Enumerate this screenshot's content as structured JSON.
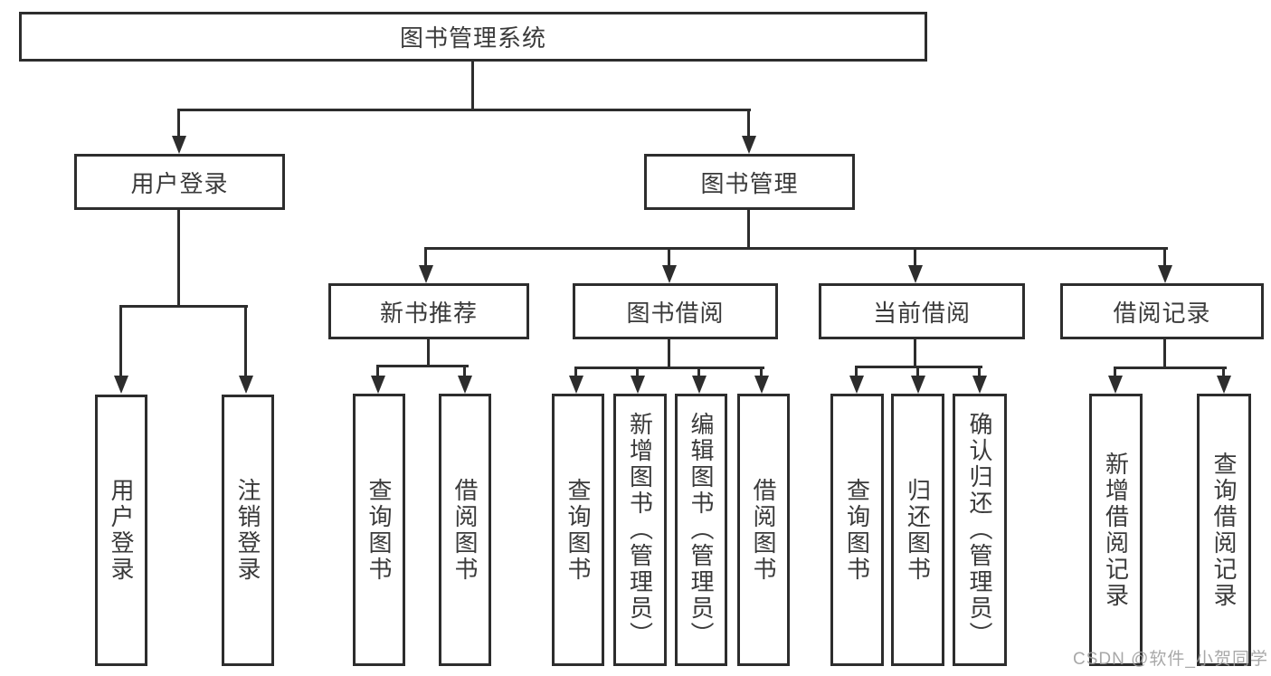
{
  "tree": {
    "root": {
      "label": "图书管理系统"
    },
    "branches": [
      {
        "label": "用户登录",
        "children": [
          {
            "label": "用户登录"
          },
          {
            "label": "注销登录"
          }
        ]
      },
      {
        "label": "图书管理",
        "children": [
          {
            "label": "新书推荐",
            "children": [
              {
                "label": "查询图书"
              },
              {
                "label": "借阅图书"
              }
            ]
          },
          {
            "label": "图书借阅",
            "children": [
              {
                "label": "查询图书"
              },
              {
                "label": "新增图书（管理员）"
              },
              {
                "label": "编辑图书（管理员）"
              },
              {
                "label": "借阅图书"
              }
            ]
          },
          {
            "label": "当前借阅",
            "children": [
              {
                "label": "查询图书"
              },
              {
                "label": "归还图书"
              },
              {
                "label": "确认归还（管理员）"
              }
            ]
          },
          {
            "label": "借阅记录",
            "children": [
              {
                "label": "新增借阅记录"
              },
              {
                "label": "查询借阅记录"
              }
            ]
          }
        ]
      }
    ]
  },
  "watermark": {
    "text": "CSDN @软件_小贺同学"
  },
  "colors": {
    "line": "#2d2d2d",
    "text": "#3a3a3a",
    "watermark": "#9e9e9e",
    "background": "#ffffff"
  }
}
